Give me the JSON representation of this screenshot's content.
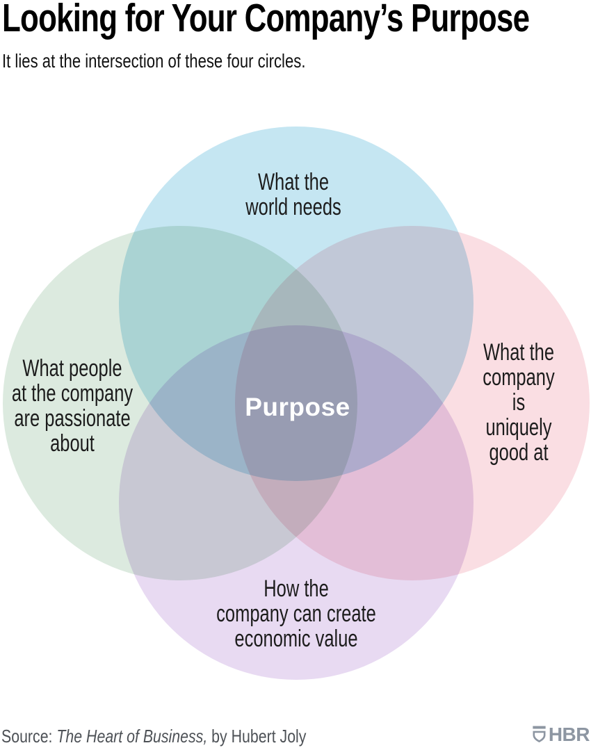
{
  "header": {
    "title": "Looking for Your Company’s Purpose",
    "subtitle": "It lies at the intersection of these four circles."
  },
  "diagram": {
    "center_label": "Purpose",
    "circles": [
      {
        "position": "top",
        "label": "What the\nworld needs",
        "color": "#c5e6f2"
      },
      {
        "position": "left",
        "label": "What people\nat the company\nare passionate\nabout",
        "color": "#dceadf"
      },
      {
        "position": "right",
        "label": "What the\ncompany\nis uniquely\ngood at",
        "color": "#fadee3"
      },
      {
        "position": "bottom",
        "label": "How the\ncompany can create\neconomic value",
        "color": "#e8daf2"
      }
    ]
  },
  "chart_data": {
    "type": "venn",
    "title": "Looking for Your Company’s Purpose",
    "subtitle": "It lies at the intersection of these four circles.",
    "sets": [
      {
        "label": "What the world needs",
        "color": "#c5e6f2",
        "position": "top"
      },
      {
        "label": "What people at the company are passionate about",
        "color": "#dceadf",
        "position": "left"
      },
      {
        "label": "What the company is uniquely good at",
        "color": "#fadee3",
        "position": "right"
      },
      {
        "label": "How the company can create economic value",
        "color": "#e8daf2",
        "position": "bottom"
      }
    ],
    "intersection_label": "Purpose",
    "blend_mode": "multiply",
    "legend_position": "none",
    "grid": false
  },
  "footer": {
    "source_prefix": "Source: ",
    "source_title_italic": "The Heart of Business,",
    "source_suffix": " by Hubert Joly",
    "brand": "HBR",
    "brand_color": "#8d96a2",
    "text_color": "#4d5156"
  }
}
